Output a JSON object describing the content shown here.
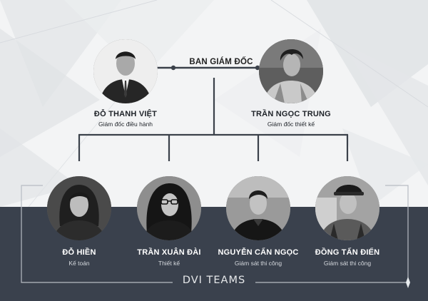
{
  "board": {
    "title": "BAN GIÁM ĐỐC",
    "members": [
      {
        "name": "ĐỖ THANH VIỆT",
        "role": "Giám đốc điều hành"
      },
      {
        "name": "TRẦN NGỌC TRUNG",
        "role": "Giám đốc thiết kế"
      }
    ]
  },
  "team": {
    "title": "DVI TEAMS",
    "members": [
      {
        "name": "ĐỖ HIỀN",
        "role": "Kế toán"
      },
      {
        "name": "TRẦN XUÂN ĐÀI",
        "role": "Thiết kế"
      },
      {
        "name": "NGUYỄN CẨN NGỌC",
        "role": "Giám sát thi công"
      },
      {
        "name": "ĐỒNG TẤN ĐIỂN",
        "role": "Giám sát thi công"
      }
    ]
  },
  "colors": {
    "background_light": "#f1f2f3",
    "background_dark": "#3a414d",
    "connector": "#3b414a"
  }
}
